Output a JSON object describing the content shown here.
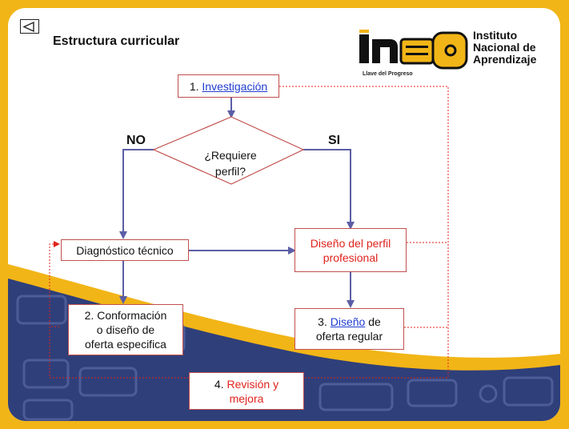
{
  "slide": {
    "title": "Estructura curricular",
    "back_icon": "back-triangle-icon"
  },
  "logo": {
    "wordmark": "ina",
    "tagline": "Llave del Progreso",
    "name_lines": [
      "Instituto",
      "Nacional de",
      "Aprendizaje"
    ],
    "colors": {
      "brand_yellow": "#f2b517",
      "brand_black": "#111111"
    }
  },
  "diagram": {
    "decision": {
      "line1": "¿Requiere",
      "line2": "perfil?"
    },
    "branch_no": "NO",
    "branch_si": "SI",
    "nodes": {
      "investigacion": {
        "prefix": "1. ",
        "link": "Investigación"
      },
      "diagnostico": {
        "text": "Diagnóstico técnico"
      },
      "perfil": {
        "line1": "Diseño del perfil",
        "line2": "profesional"
      },
      "conformacion": {
        "line1": "2. Conformación",
        "line2": "o diseño de",
        "line3": "oferta especifica"
      },
      "diseno": {
        "prefix": "3. ",
        "link": "Diseño",
        "suffix": " de",
        "line2": "oferta regular"
      },
      "revision": {
        "prefix": "4. ",
        "red1": "Revisión y",
        "line2": "mejora"
      }
    },
    "colors": {
      "connector": "#5b5ea6",
      "feedback": "#e0231c",
      "node_border": "#c0504d",
      "link": "#1f3ccf"
    }
  }
}
